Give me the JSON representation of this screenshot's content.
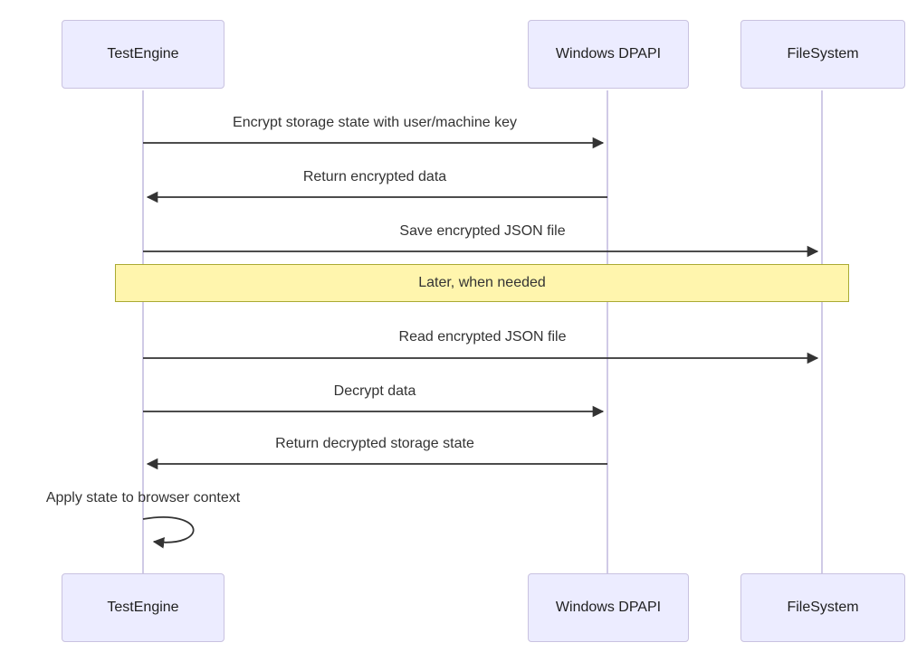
{
  "diagram": {
    "type": "sequence",
    "participants": [
      {
        "id": "TestEngine",
        "label": "TestEngine"
      },
      {
        "id": "WindowsDPAPI",
        "label": "Windows DPAPI"
      },
      {
        "id": "FileSystem",
        "label": "FileSystem"
      }
    ],
    "messages": [
      {
        "from": "TestEngine",
        "to": "WindowsDPAPI",
        "direction": "right",
        "style": "solid",
        "label": "Encrypt storage state with user/machine key"
      },
      {
        "from": "WindowsDPAPI",
        "to": "TestEngine",
        "direction": "left",
        "style": "solid",
        "label": "Return encrypted data"
      },
      {
        "from": "TestEngine",
        "to": "FileSystem",
        "direction": "right",
        "style": "solid",
        "label": "Save encrypted JSON file"
      },
      {
        "from": "TestEngine",
        "to": "FileSystem",
        "direction": "right",
        "style": "solid",
        "label": "Read encrypted JSON file"
      },
      {
        "from": "TestEngine",
        "to": "WindowsDPAPI",
        "direction": "right",
        "style": "solid",
        "label": "Decrypt data"
      },
      {
        "from": "WindowsDPAPI",
        "to": "TestEngine",
        "direction": "left",
        "style": "solid",
        "label": "Return decrypted storage state"
      },
      {
        "from": "TestEngine",
        "to": "TestEngine",
        "direction": "self",
        "style": "solid",
        "label": "Apply state to browser context"
      }
    ],
    "note": {
      "label": "Later, when needed",
      "span": "over all participants"
    },
    "colors": {
      "actor_fill": "#ECECFF",
      "actor_border": "#C9C2E0",
      "lifeline": "#D0CAE6",
      "arrow": "#333333",
      "message_text": "#333333",
      "note_fill": "#FFF5AD",
      "note_border": "#AAAA33",
      "background": "#FFFFFF"
    }
  }
}
